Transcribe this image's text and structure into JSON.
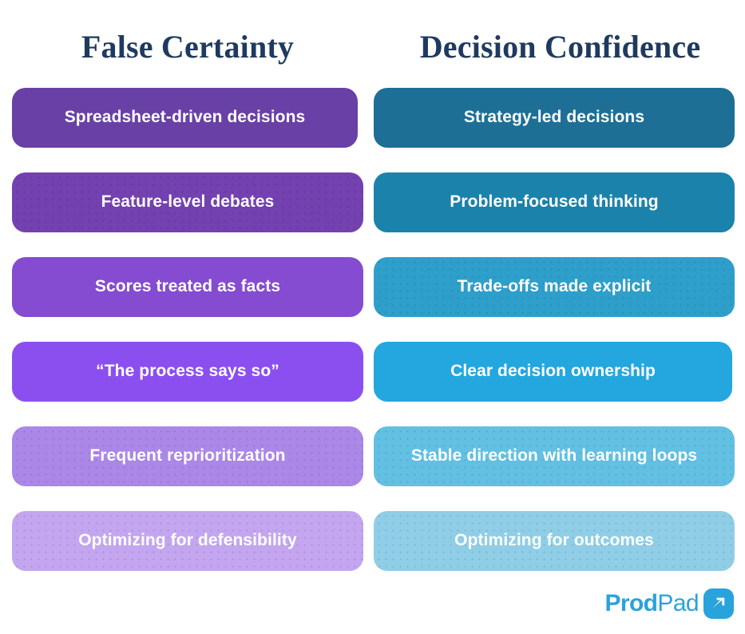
{
  "columns": {
    "left": {
      "heading": "False Certainty",
      "items": [
        "Spreadsheet-driven decisions",
        "Feature-level debates",
        "Scores treated as facts",
        "“The process says so”",
        "Frequent reprioritization",
        "Optimizing for defensibility"
      ],
      "colors": [
        "#6940a5",
        "#7341b0",
        "#854bd0",
        "#8b4ff0",
        "#ab87e8",
        "#c3a6ef"
      ]
    },
    "right": {
      "heading": "Decision Confidence",
      "items": [
        "Strategy-led decisions",
        "Problem-focused thinking",
        "Trade-offs made explicit",
        "Clear decision ownership",
        "Stable direction with learning loops",
        "Optimizing for outcomes"
      ],
      "colors": [
        "#1d6f96",
        "#1b82ab",
        "#2e9fcb",
        "#23a7de",
        "#62c0e2",
        "#8fcee6"
      ]
    }
  },
  "heading_color": "#1f3a5f",
  "label_color": "#ffffff",
  "logo": {
    "text_primary": "Prod",
    "text_secondary": "Pad",
    "color": "#29a3dc",
    "mark_icon": "arrow-up-right-icon"
  }
}
